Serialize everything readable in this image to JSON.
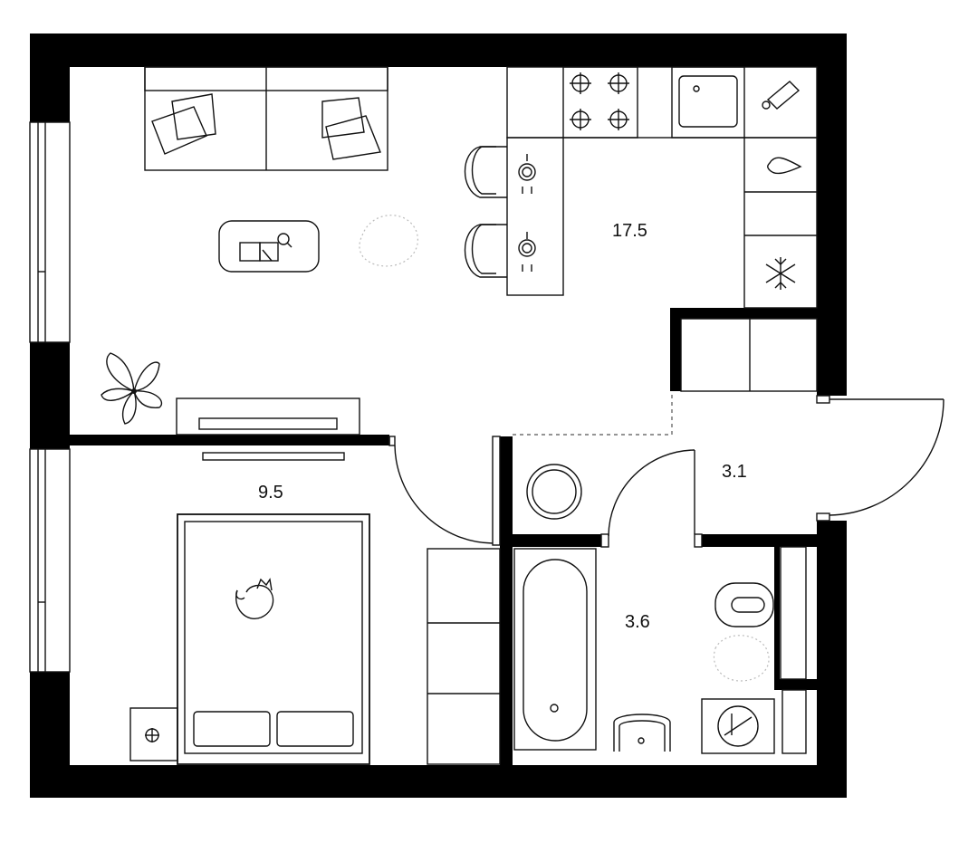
{
  "rooms": {
    "living_kitchen": {
      "area": "17.5"
    },
    "bedroom": {
      "area": "9.5"
    },
    "hall": {
      "area": "3.1"
    },
    "bathroom": {
      "area": "3.6"
    }
  },
  "colors": {
    "wall": "#000000",
    "line": "#111111",
    "background": "#ffffff"
  },
  "icons": {
    "sofa": "sofa-icon",
    "coffee_table": "coffee-table-icon",
    "plant": "plant-icon",
    "tv": "tv-icon",
    "stove": "stove-icon",
    "sink": "kitchen-sink-icon",
    "fridge": "fridge-icon",
    "bed": "bed-icon",
    "cat": "cat-icon",
    "bathtub": "bathtub-icon",
    "toilet": "toilet-icon",
    "washbasin": "washbasin-icon",
    "washing_machine": "washing-machine-icon",
    "boiler": "boiler-icon"
  }
}
